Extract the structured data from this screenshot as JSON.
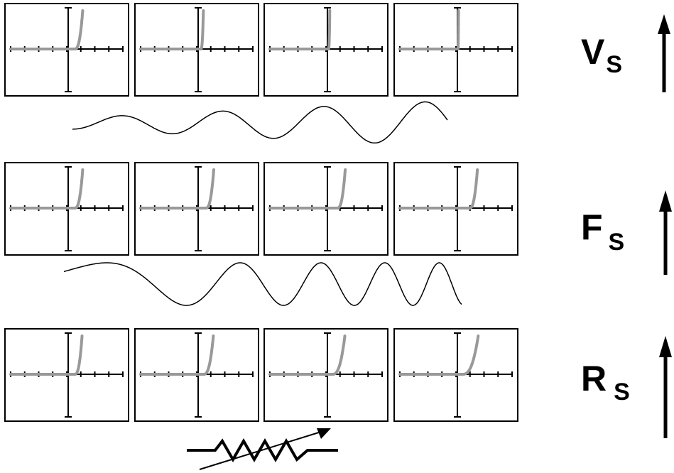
{
  "colors": {
    "ink": "#000000",
    "trace": "#999999",
    "background": "#ffffff"
  },
  "rows": [
    {
      "id": "voltage",
      "label_main": "V",
      "label_sub": "S",
      "indicator_icon": "up-arrow-icon",
      "stimulus_icon": "growing-amplitude-sine-icon",
      "panels": [
        {
          "knee": 0.12,
          "steepness": 2.2
        },
        {
          "knee": 0.05,
          "steepness": 7
        },
        {
          "knee": 0.02,
          "steepness": 14
        },
        {
          "knee": 0.01,
          "steepness": 30
        }
      ]
    },
    {
      "id": "frequency",
      "label_main": "F",
      "label_sub": "S",
      "indicator_icon": "up-arrow-icon",
      "stimulus_icon": "increasing-frequency-sine-icon",
      "panels": [
        {
          "knee": 0.12,
          "steepness": 2.2
        },
        {
          "knee": 0.14,
          "steepness": 2.2
        },
        {
          "knee": 0.18,
          "steepness": 2.2
        },
        {
          "knee": 0.22,
          "steepness": 2.2
        }
      ]
    },
    {
      "id": "resistance",
      "label_main": "R",
      "label_sub": "S",
      "indicator_icon": "up-arrow-icon",
      "stimulus_icon": "variable-resistor-icon",
      "panels": [
        {
          "knee": 0.12,
          "steepness": 2.4
        },
        {
          "knee": 0.1,
          "steepness": 1.8
        },
        {
          "knee": 0.09,
          "steepness": 1.4
        },
        {
          "knee": 0.09,
          "steepness": 1.1
        }
      ]
    }
  ]
}
